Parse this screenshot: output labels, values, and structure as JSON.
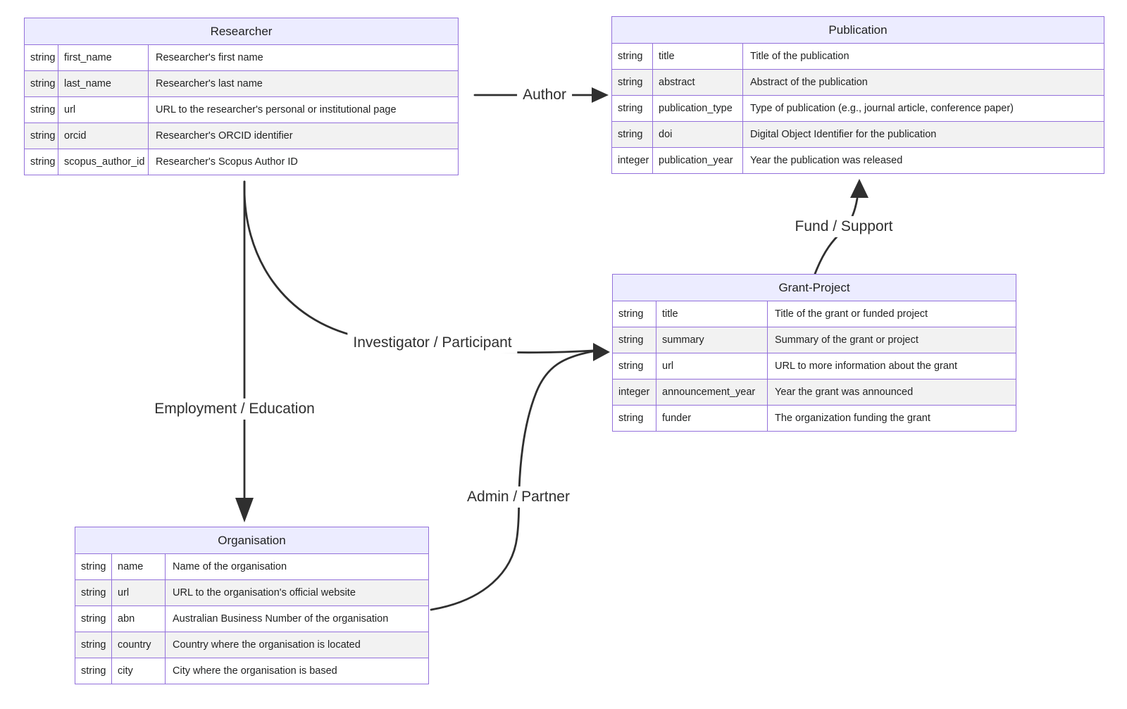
{
  "colors": {
    "entity_header_fill": "#ECECFF",
    "entity_border": "#9370DB",
    "row_fill": "#ffffff",
    "row_alt_fill": "#f2f2f2",
    "edge_color": "#333333",
    "text_color": "#1f2020"
  },
  "entities": {
    "researcher": {
      "title": "Researcher",
      "rows": [
        [
          "string",
          "first_name",
          "Researcher's first name"
        ],
        [
          "string",
          "last_name",
          "Researcher's last name"
        ],
        [
          "string",
          "url",
          "URL to the researcher's personal or institutional page"
        ],
        [
          "string",
          "orcid",
          "Researcher's ORCID identifier"
        ],
        [
          "string",
          "scopus_author_id",
          "Researcher's Scopus Author ID"
        ]
      ]
    },
    "publication": {
      "title": "Publication",
      "rows": [
        [
          "string",
          "title",
          "Title of the publication"
        ],
        [
          "string",
          "abstract",
          "Abstract of the publication"
        ],
        [
          "string",
          "publication_type",
          "Type of publication (e.g., journal article, conference paper)"
        ],
        [
          "string",
          "doi",
          "Digital Object Identifier for the publication"
        ],
        [
          "integer",
          "publication_year",
          "Year the publication was released"
        ]
      ]
    },
    "grant_project": {
      "title": "Grant-Project",
      "rows": [
        [
          "string",
          "title",
          "Title of the grant or funded project"
        ],
        [
          "string",
          "summary",
          "Summary of the grant or project"
        ],
        [
          "string",
          "url",
          "URL to more information about the grant"
        ],
        [
          "integer",
          "announcement_year",
          "Year the grant was announced"
        ],
        [
          "string",
          "funder",
          "The organization funding the grant"
        ]
      ]
    },
    "organisation": {
      "title": "Organisation",
      "rows": [
        [
          "string",
          "name",
          "Name of the organisation"
        ],
        [
          "string",
          "url",
          "URL to the organisation's official website"
        ],
        [
          "string",
          "abn",
          "Australian Business Number of the organisation"
        ],
        [
          "string",
          "country",
          "Country where the organisation is located"
        ],
        [
          "string",
          "city",
          "City where the organisation is based"
        ]
      ]
    }
  },
  "relationships": {
    "author": {
      "label": "Author",
      "from": "Researcher",
      "to": "Publication"
    },
    "fund_support": {
      "label": "Fund / Support",
      "from": "Grant-Project",
      "to": "Publication"
    },
    "investigator_participant": {
      "label": "Investigator / Participant",
      "from": "Researcher",
      "to": "Grant-Project"
    },
    "employment_education": {
      "label": "Employment / Education",
      "from": "Researcher",
      "to": "Organisation"
    },
    "admin_partner": {
      "label": "Admin / Partner",
      "from": "Organisation",
      "to": "Grant-Project"
    }
  }
}
